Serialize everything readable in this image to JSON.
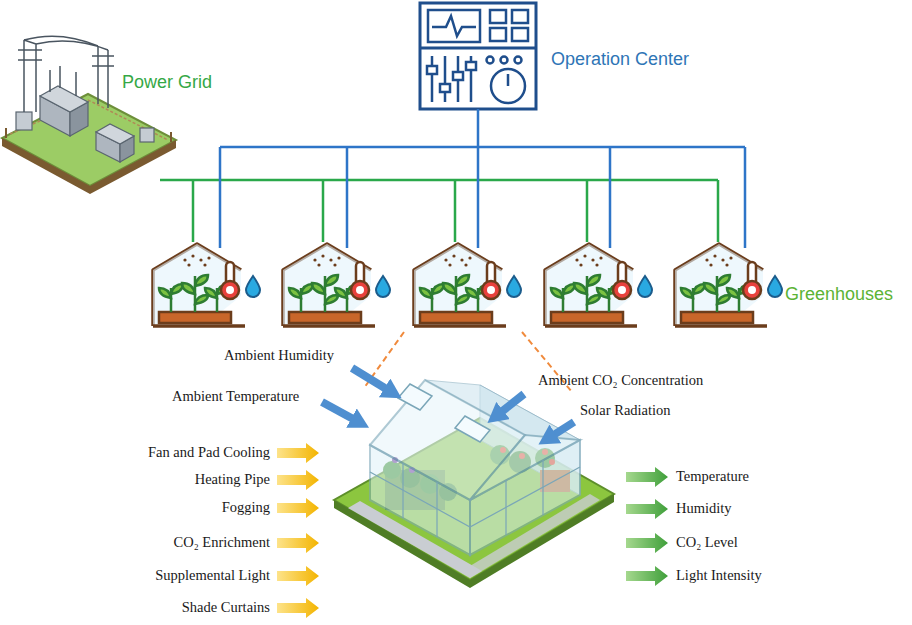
{
  "diagram": {
    "nodes": [
      {
        "text": [
          "Power Grid"
        ]
      },
      {
        "text": [
          "Operation Center"
        ]
      }
    ],
    "labels": [
      "Greenhouses",
      "Ambient Humidity",
      "Ambient Temperature",
      "Ambient CO₂ Concentration",
      "Solar Radiation",
      "Fan and Pad Cooling",
      "Heating Pipe",
      "Fogging",
      "CO₂ Enrichment",
      "Supplemental Light",
      "Shade Curtains",
      "Temperature",
      "Humidity",
      "CO₂ Level",
      "Light Intensity"
    ]
  }
}
